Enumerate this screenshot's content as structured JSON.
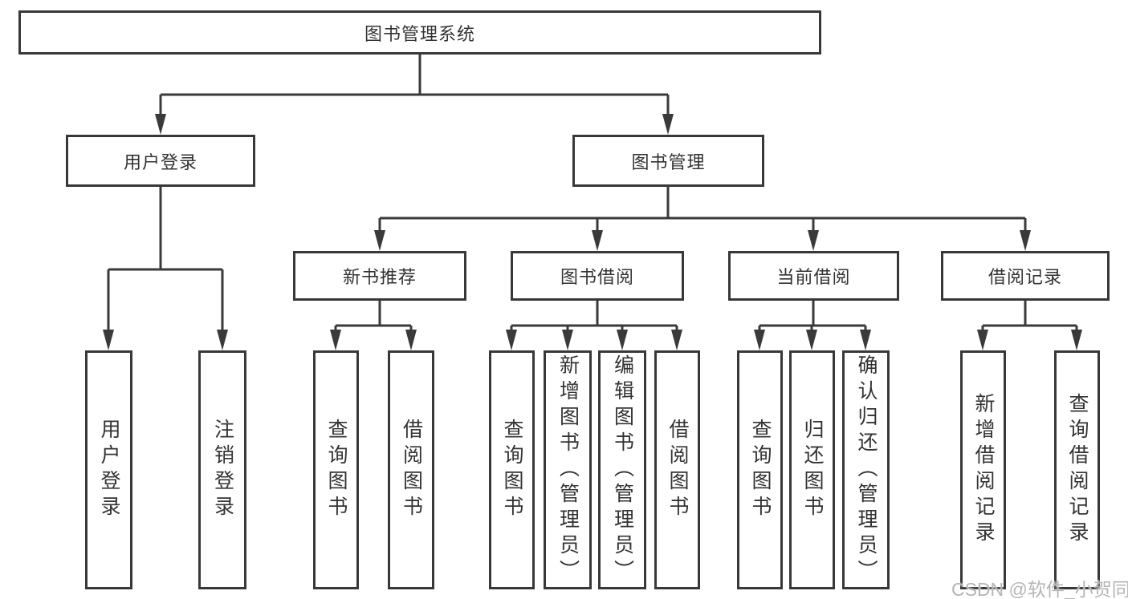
{
  "diagram": {
    "root": {
      "label": "图书管理系统"
    },
    "branches": [
      {
        "label": "用户登录",
        "children": [
          {
            "label": "用户登录"
          },
          {
            "label": "注销登录"
          }
        ]
      },
      {
        "label": "图书管理",
        "children": [
          {
            "label": "新书推荐",
            "children": [
              {
                "label": "查询图书"
              },
              {
                "label": "借阅图书"
              }
            ]
          },
          {
            "label": "图书借阅",
            "children": [
              {
                "label": "查询图书"
              },
              {
                "label": "新增图书（管理员）"
              },
              {
                "label": "编辑图书（管理员）"
              },
              {
                "label": "借阅图书"
              }
            ]
          },
          {
            "label": "当前借阅",
            "children": [
              {
                "label": "查询图书"
              },
              {
                "label": "归还图书"
              },
              {
                "label": "确认归还（管理员）"
              }
            ]
          },
          {
            "label": "借阅记录",
            "children": [
              {
                "label": "新增借阅记录"
              },
              {
                "label": "查询借阅记录"
              }
            ]
          }
        ]
      }
    ]
  },
  "watermark": "CSDN @软件_小贺同学",
  "colors": {
    "background": "#ffffff",
    "box_border": "#383838",
    "connector_line": "#3a3a3a",
    "text": "#333333",
    "watermark_text": "#b5b5b5"
  }
}
